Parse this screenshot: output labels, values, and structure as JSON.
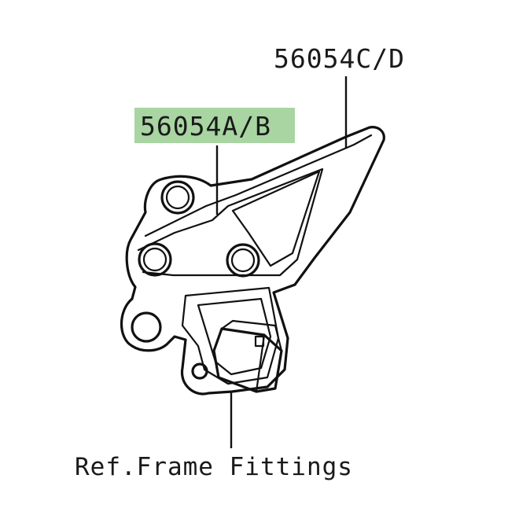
{
  "colors": {
    "highlight": "#a8d5a2",
    "stroke": "#111111",
    "background": "#ffffff"
  },
  "labels": {
    "part_c_d": "56054C/D",
    "part_a_b": "56054A/B",
    "reference": "Ref.Frame Fittings"
  }
}
